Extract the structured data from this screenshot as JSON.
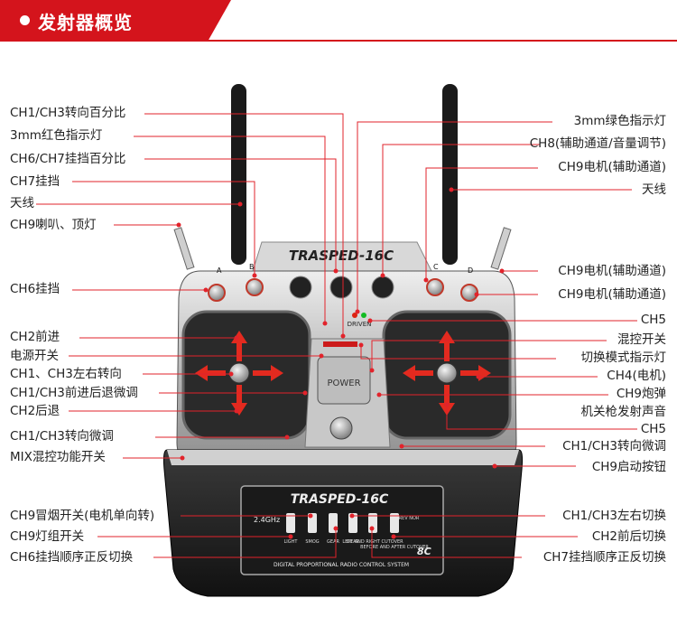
{
  "header": {
    "title": "发射器概览"
  },
  "device": {
    "brand": "TRASPED-16C",
    "brand_front": "TRASPED-16C",
    "driven": "DRIVEN",
    "power": "POWER",
    "freq": "2.4GHz",
    "model_badge": "8C",
    "system_text": "DIGITAL PROPORTIONAL RADIO CONTROL SYSTEM",
    "switch_a": "A",
    "switch_b": "B",
    "switch_c": "C",
    "switch_d": "D",
    "switch_labels": [
      "LIGHT",
      "SMOG",
      "GEAR",
      "GEAR",
      "LEFT AND RIGHT CUTOVER",
      "BEFORE AND AFTER CUTOVER",
      "REV NOR"
    ]
  },
  "labels_left": [
    "CH1/CH3转向百分比",
    "3mm红色指示灯",
    "CH6/CH7挂挡百分比",
    "CH7挂挡",
    "天线",
    "CH9喇叭、顶灯",
    "CH6挂挡",
    "CH2前进",
    "电源开关",
    "CH1、CH3左右转向",
    "CH1/CH3前进后退微调",
    "CH2后退",
    "CH1/CH3转向微调",
    "MIX混控功能开关",
    "CH9冒烟开关(电机单向转)",
    "CH9灯组开关",
    "CH6挂挡顺序正反切换"
  ],
  "labels_right": [
    "3mm绿色指示灯",
    "CH8(辅助通道/音量调节)",
    "CH9电机(辅助通道)",
    "天线",
    "CH9电机(辅助通道)",
    "CH9电机(辅助通道)",
    "CH5",
    "混控开关",
    "切换模式指示灯",
    "CH4(电机)",
    "CH9炮弹",
    "机关枪发射声音",
    "CH5",
    "CH1/CH3转向微调",
    "CH9启动按钮",
    "CH1/CH3左右切换",
    "CH2前后切换",
    "CH7挂挡顺序正反切换"
  ],
  "colors": {
    "accent": "#d4141c",
    "leader": "#e2232b"
  }
}
